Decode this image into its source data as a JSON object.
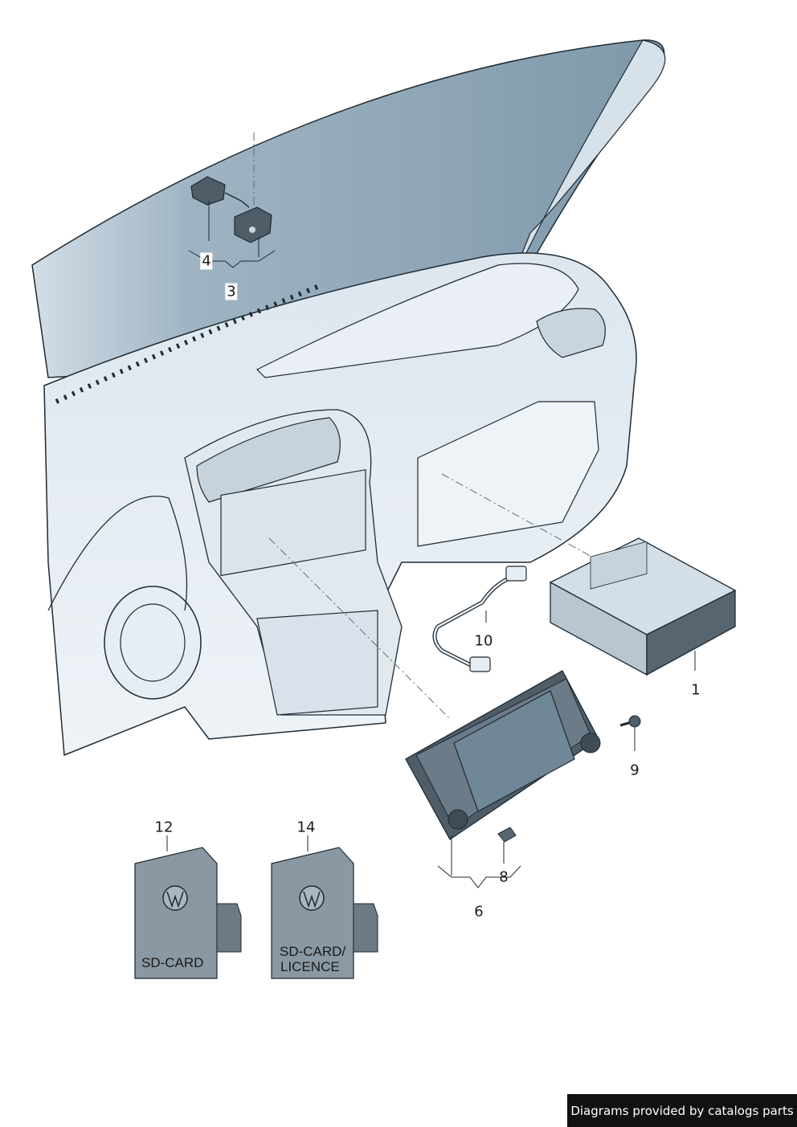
{
  "callouts": [
    {
      "id": "c1",
      "text": "1"
    },
    {
      "id": "c3",
      "text": "3"
    },
    {
      "id": "c4",
      "text": "4"
    },
    {
      "id": "c6",
      "text": "6"
    },
    {
      "id": "c8",
      "text": "8"
    },
    {
      "id": "c9",
      "text": "9"
    },
    {
      "id": "c10",
      "text": "10"
    },
    {
      "id": "c12",
      "text": "12"
    },
    {
      "id": "c14",
      "text": "14"
    }
  ],
  "cards": {
    "sd_card": "SD-CARD",
    "sd_card_licence_line1": "SD-CARD/",
    "sd_card_licence_line2": "LICENCE"
  },
  "footer": {
    "text": "Diagrams provided by catalogs parts"
  },
  "colors": {
    "windshield": "#8ea7b8",
    "dash_fill": "#e6edf3",
    "outline": "#1f2a33",
    "screen": "#6f8797",
    "card": "#8a98a3"
  }
}
